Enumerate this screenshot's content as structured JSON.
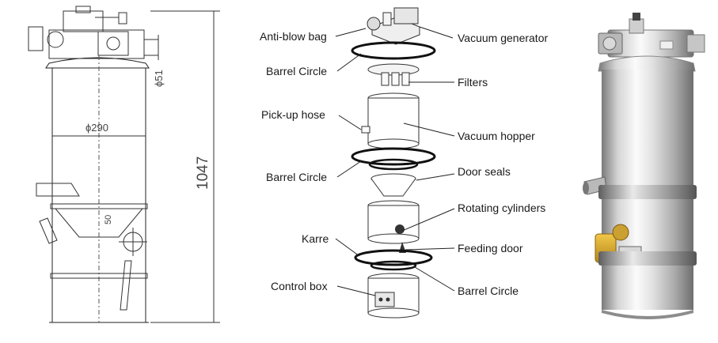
{
  "drawing": {
    "dims": {
      "top_pipe": "ϕ51",
      "diameter": "ϕ290",
      "height": "1047",
      "lower": "50"
    }
  },
  "exploded": {
    "labels": {
      "anti_blow_bag": "Anti-blow bag",
      "vacuum_generator": "Vacuum generator",
      "barrel_circle_1": "Barrel Circle",
      "filters": "Filters",
      "pickup_hose": "Pick-up hose",
      "vacuum_hopper": "Vacuum hopper",
      "barrel_circle_2": "Barrel Circle",
      "door_seals": "Door seals",
      "rotating_cylinders": "Rotating cylinders",
      "karre": "Karre",
      "feeding_door": "Feeding door",
      "control_box": "Control box",
      "barrel_circle_3": "Barrel Circle"
    }
  },
  "colors": {
    "steel_light": "#f2f2f2",
    "steel_dark": "#8a8a8a",
    "valve_yellow": "#d9a520",
    "line": "#222222"
  }
}
